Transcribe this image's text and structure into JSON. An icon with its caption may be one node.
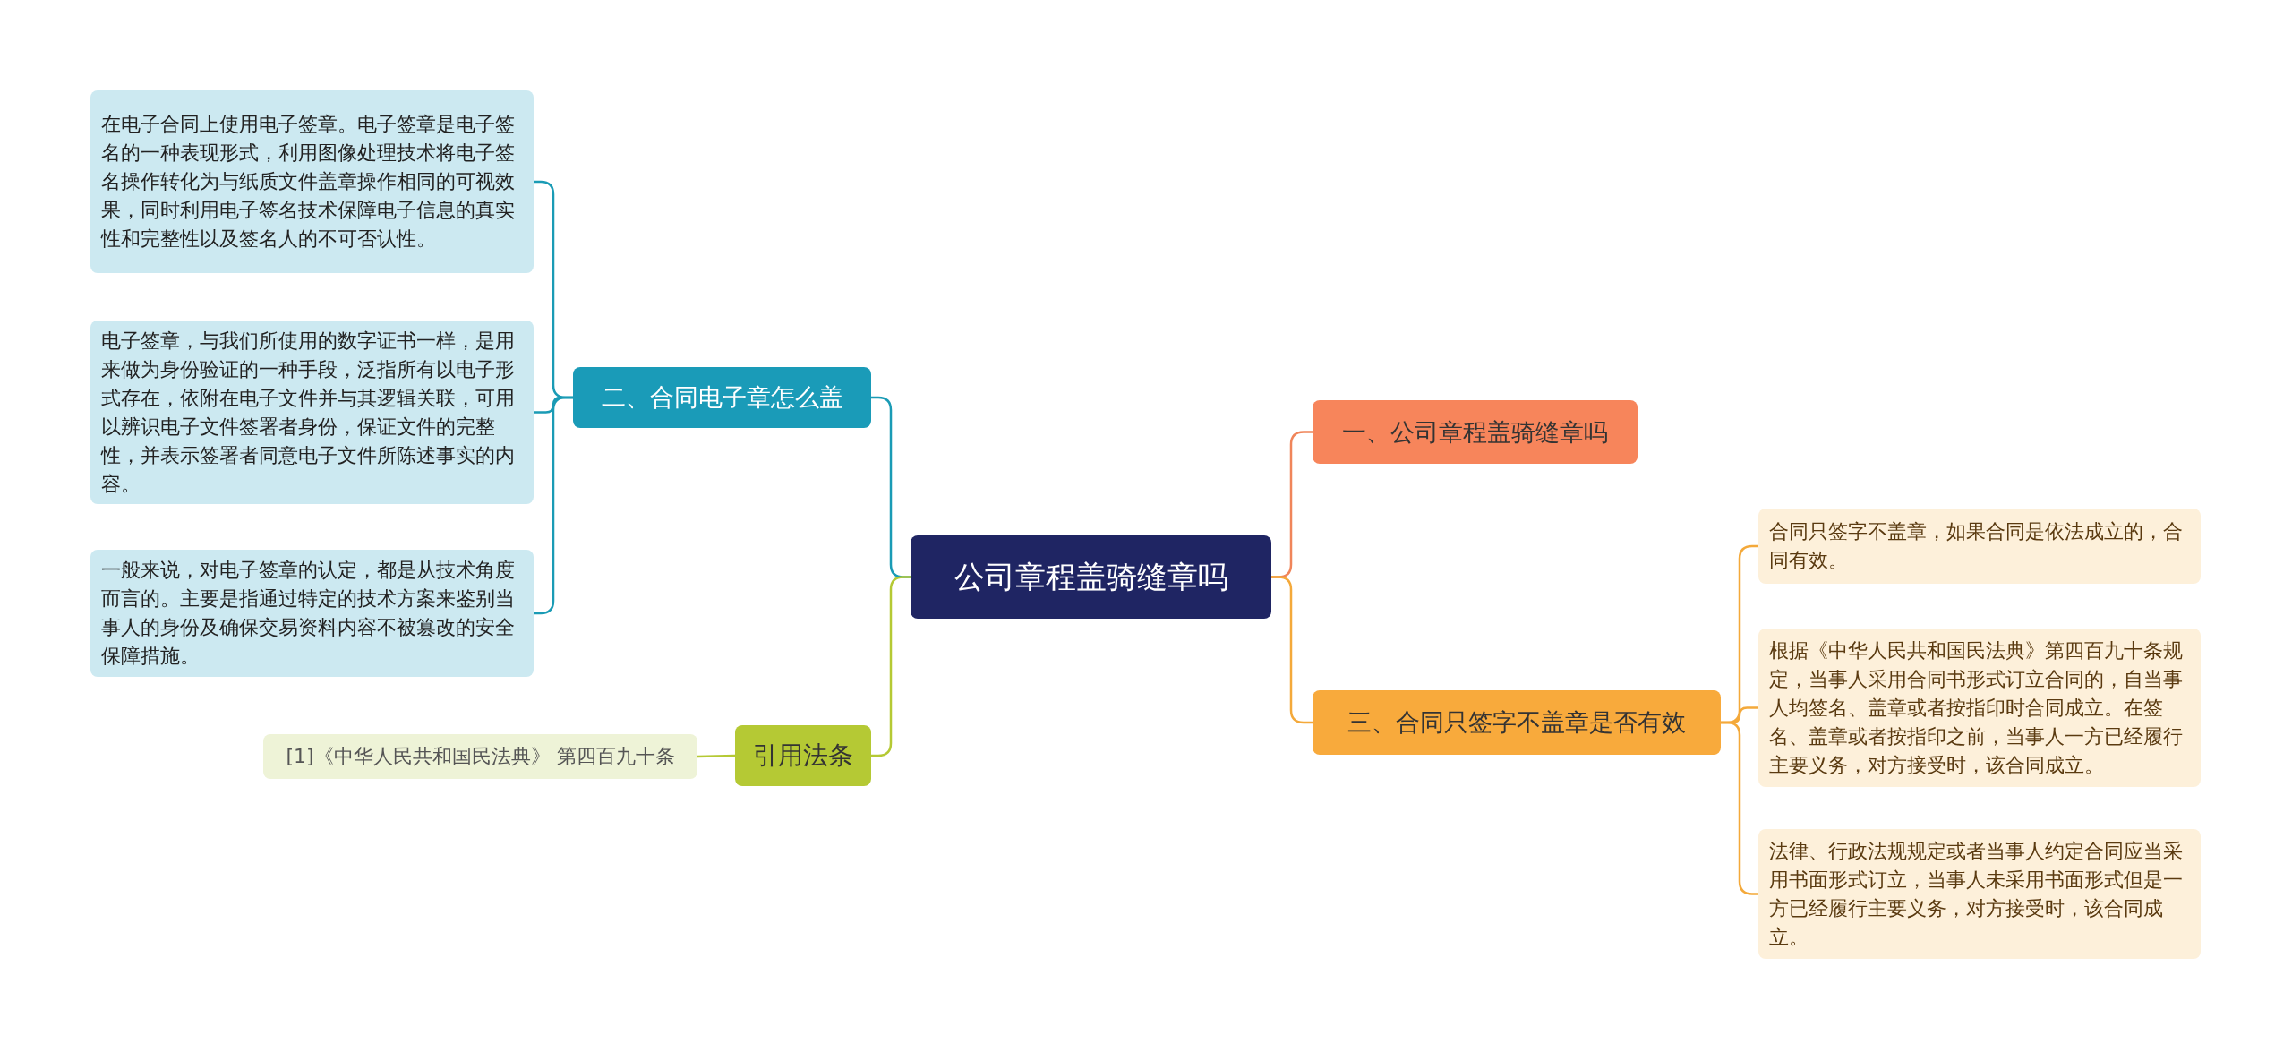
{
  "diagram": {
    "nodes": [
      {
        "text": [
          "公司章程盖骑缝章吗"
        ]
      },
      {
        "text": [
          "二、合同电子章怎么盖"
        ]
      },
      {
        "text": [
          "在电子合同上使用电子签章。电子签章是电子签名的一种表现形式，利用图像处理技术将电子签名操作转化为与纸质文件盖章操作相同的可视效果，同时利用电子签名技术保障电子信息的真实性和完整性以及签名人的不可否认性。"
        ]
      },
      {
        "text": [
          "电子签章，与我们所使用的数字证书一样，是用来做为身份验证的一种手段，泛指所有以电子形式存在，依附在电子文件并与其逻辑关联，可用以辨识电子文件签署者身份，保证文件的完整性，并表示签署者同意电子文件所陈述事实的内容。"
        ]
      },
      {
        "text": [
          "一般来说，对电子签章的认定，都是从技术角度而言的。主要是指通过特定的技术方案来鉴别当事人的身份及确保交易资料内容不被篡改的安全保障措施。"
        ]
      },
      {
        "text": [
          "引用法条"
        ]
      },
      {
        "text": [
          "[1]《中华人民共和国民法典》 第四百九十条"
        ]
      },
      {
        "text": [
          "一、公司章程盖骑缝章吗"
        ]
      },
      {
        "text": [
          "三、合同只签字不盖章是否有效"
        ]
      },
      {
        "text": [
          "合同只签字不盖章，如果合同是依法成立的，合同有效。"
        ]
      },
      {
        "text": [
          "根据《中华人民共和国民法典》第四百九十条规定，当事人采用合同书形式订立合同的，自当事人均签名、盖章或者按指印时合同成立。在签名、盖章或者按指印之前，当事人一方已经履行主要义务，对方接受时，该合同成立。"
        ]
      },
      {
        "text": [
          "法律、行政法规规定或者当事人约定合同应当采用书面形式订立，当事人未采用书面形式但是一方已经履行主要义务，对方接受时，该合同成立。"
        ]
      }
    ],
    "edges": [
      {
        "from": 0,
        "to": 1,
        "arrow": "none",
        "color": "#1a9bb5"
      },
      {
        "from": 1,
        "to": 2,
        "arrow": "none",
        "color": "#1a9bb5"
      },
      {
        "from": 1,
        "to": 3,
        "arrow": "none",
        "color": "#1a9bb5"
      },
      {
        "from": 1,
        "to": 4,
        "arrow": "none",
        "color": "#1a9bb5"
      },
      {
        "from": 0,
        "to": 5,
        "arrow": "none",
        "color": "#b5c934"
      },
      {
        "from": 5,
        "to": 6,
        "arrow": "none",
        "color": "#b5c934"
      },
      {
        "from": 0,
        "to": 7,
        "arrow": "none",
        "color": "#f0855a"
      },
      {
        "from": 0,
        "to": 8,
        "arrow": "none",
        "color": "#f4a93a"
      },
      {
        "from": 8,
        "to": 9,
        "arrow": "none",
        "color": "#f4a93a"
      },
      {
        "from": 8,
        "to": 10,
        "arrow": "none",
        "color": "#f4a93a"
      },
      {
        "from": 8,
        "to": 11,
        "arrow": "none",
        "color": "#f4a93a"
      }
    ]
  }
}
